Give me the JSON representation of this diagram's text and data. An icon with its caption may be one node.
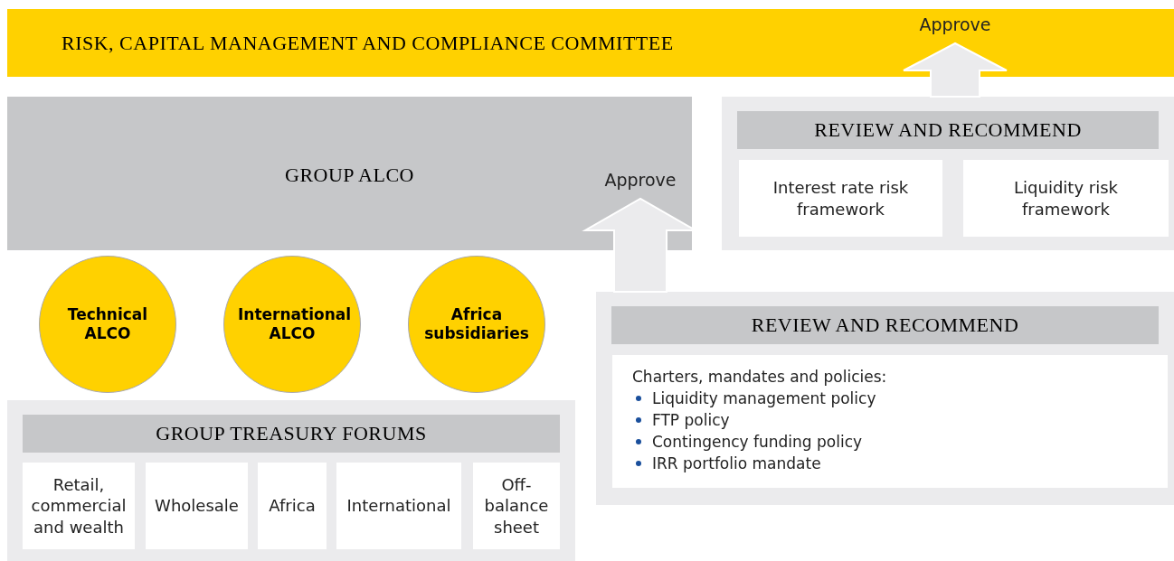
{
  "diagram": {
    "nodes": [
      {
        "text": [
          "RISK, CAPITAL MANAGEMENT AND COMPLIANCE COMMITTEE"
        ]
      },
      {
        "text": [
          "REVIEW AND RECOMMEND"
        ]
      },
      {
        "text": [
          "Interest rate risk framework"
        ],
        "in": 1
      },
      {
        "text": [
          "Liquidity risk framework"
        ],
        "in": 1
      },
      {
        "text": [
          "GROUP ALCO"
        ]
      },
      {
        "text": [
          "Technical ALCO"
        ]
      },
      {
        "text": [
          "International ALCO"
        ]
      },
      {
        "text": [
          "Africa subsidiaries"
        ]
      },
      {
        "text": [
          "GROUP TREASURY FORUMS"
        ]
      },
      {
        "text": [
          "Retail, commercial and wealth"
        ],
        "in": 8
      },
      {
        "text": [
          "Wholesale"
        ],
        "in": 8
      },
      {
        "text": [
          "Africa"
        ],
        "in": 8
      },
      {
        "text": [
          "International"
        ],
        "in": 8
      },
      {
        "text": [
          "Off-balance sheet"
        ],
        "in": 8
      },
      {
        "text": [
          "REVIEW AND RECOMMEND"
        ]
      },
      {
        "text": [
          "Charters, mandates and policies:",
          "Liquidity management policy",
          "FTP policy",
          "Contingency funding policy",
          "IRR portfolio mandate"
        ],
        "in": 14
      }
    ],
    "edges": [
      {
        "from": 1,
        "to": 0,
        "arrow": "to",
        "label": "Approve"
      },
      {
        "from": 14,
        "to": 4,
        "arrow": "to",
        "label": "Approve"
      }
    ]
  }
}
